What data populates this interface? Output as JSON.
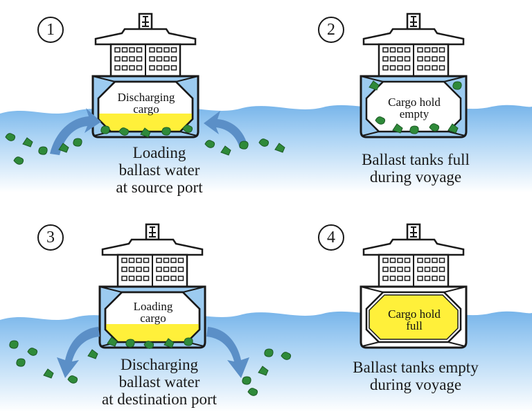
{
  "panels": [
    {
      "number": "1",
      "hold_label": [
        "Discharging",
        "cargo"
      ],
      "caption": [
        "Loading",
        "ballast water",
        "at source port"
      ],
      "ballast": "full",
      "cargo_level": "low",
      "organism_flow": "into-ship"
    },
    {
      "number": "2",
      "hold_label": [
        "Cargo hold",
        "empty"
      ],
      "caption": [
        "Ballast tanks full",
        "during voyage"
      ],
      "ballast": "full",
      "cargo_level": "empty"
    },
    {
      "number": "3",
      "hold_label": [
        "Loading",
        "cargo"
      ],
      "caption": [
        "Discharging",
        "ballast water",
        "at destination port"
      ],
      "ballast": "full",
      "cargo_level": "low",
      "organism_flow": "out-of-ship"
    },
    {
      "number": "4",
      "hold_label": [
        "Cargo hold",
        "full"
      ],
      "caption": [
        "Ballast tanks empty",
        "during voyage"
      ],
      "ballast": "empty",
      "cargo_level": "full"
    }
  ],
  "colors": {
    "water": "#8fc3ee",
    "water_deep": "#5ea8e6",
    "ballast": "#9ccbf0",
    "cargo": "#fff03a",
    "organism": "#2f8a3a",
    "arrow": "#5b8fc7",
    "outline": "#1a1a1a"
  }
}
